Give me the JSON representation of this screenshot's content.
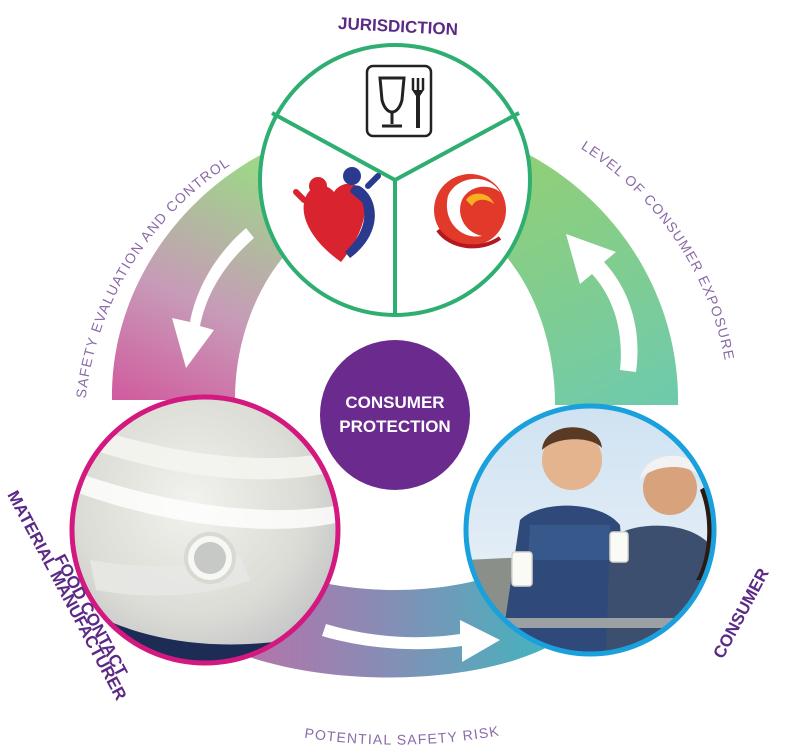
{
  "colors": {
    "purple": "#6a2a8e",
    "green": "#2fae72",
    "magenta": "#d3187f",
    "cyan": "#1aa0dc",
    "ring_green": "#8fce7e",
    "ring_pink": "#cf6aa4",
    "ring_teal": "#5cc3b0",
    "label_purple": "#5b2a86",
    "arc_text": "#8a6aa8"
  },
  "center": {
    "line1": "CONSUMER",
    "line2": "PROTECTION"
  },
  "nodes": {
    "top": {
      "label": "JURISDICTION",
      "icons": [
        "glass-fork-icon",
        "heart-figures-logo",
        "red-swirl-logo"
      ]
    },
    "left": {
      "label_line1": "FOOD CONTACT",
      "label_line2": "MATERIAL MANUFACTURER",
      "image": "plastic-tubing-photo"
    },
    "right": {
      "label": "CONSUMER",
      "image": "couple-with-milk-photo"
    }
  },
  "arcs": {
    "left": "SAFETY EVALUATION AND CONTROL",
    "right": "LEVEL OF CONSUMER EXPOSURE",
    "bottom": "POTENTIAL SAFETY RISK"
  }
}
